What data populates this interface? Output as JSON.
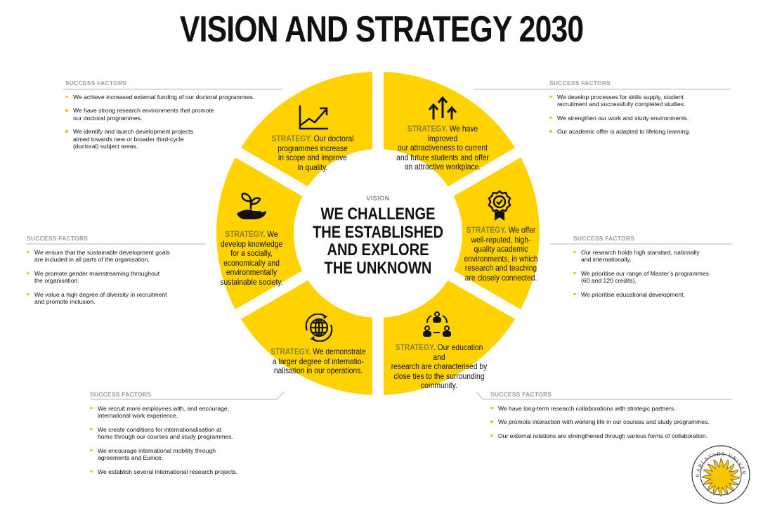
{
  "title": "VISION AND STRATEGY 2030",
  "colors": {
    "accent": "#FFD200",
    "strategy_label": "#8d7e2b",
    "header_gray": "#9a9a9a"
  },
  "vision": {
    "label": "VISION",
    "text": "WE CHALLENGE\nTHE ESTABLISHED\nAND EXPLORE\nTHE UNKNOWN"
  },
  "strategy_label": "STRATEGY.",
  "segments": [
    {
      "icon": "growth-chart-icon",
      "text": " Our doctoral\nprogrammes increase\nin scope and improve\nin quality."
    },
    {
      "icon": "arrows-up-icon",
      "text": " We have improved\nour attractiveness to current\nand future students and offer\nan attractive workplace."
    },
    {
      "icon": "award-badge-icon",
      "text": " We offer\nwell-reputed, high-\nquality academic\nenvironments, in which\nresearch and teaching\nare closely connected."
    },
    {
      "icon": "community-network-icon",
      "text": " Our education and\nresearch are characterised by\nclose ties to the surrounding\ncommunity."
    },
    {
      "icon": "globe-cycle-icon",
      "text": " We demonstrate\na larger degree of internatio-\nnalisation in our operations."
    },
    {
      "icon": "plant-in-hand-icon",
      "text": " We\ndevelop knowledge\nfor a socially,\neconomically and\nenvironmentally\nsustainable society."
    }
  ],
  "success_factors_label": "SUCCESS FACTORS",
  "success_factors": {
    "top_left": [
      "We achieve increased external funding of our doctoral programmes.",
      "We have strong research environments that promote\nour doctoral programmes.",
      "We identify and launch development projects\naimed towards new or broader third-cycle\n(doctoral) subject areas."
    ],
    "top_right": [
      "We develop processes for skills supply, student\nrecruitment and successfully completed studies.",
      "We strengthen our work and study environments.",
      "Our academic offer is adapted to lifelong learning."
    ],
    "right": [
      "Our research holds high standard, nationally\nand internationally.",
      "We prioritise our range of Master’s programmes\n(60 and 120 credits).",
      "We prioritise educational development."
    ],
    "left": [
      "We ensure that the sustainable development goals\nare included in all parts of the organisation.",
      "We promote gender mainstreaming throughout\nthe organisation.",
      "We value a high degree of diversity in recruitment\nand promote inclusion."
    ],
    "bottom_left": [
      "We recruit more employees with, and encourage,\ninternational work experience.",
      "We create conditions for internationalisation at\nhome through our courses and study programmes.",
      "We encourage international mobility through\nagreements and Eunice.",
      "We establish several international research projects."
    ],
    "bottom_right": [
      "We have long-term research collaborations with strategic partners.",
      "We promote interaction with working life in our courses and study programmes.",
      "Our external relations are strengthened through various forms of collaboration."
    ]
  },
  "logo": {
    "text": "KARLSTADS UNIVERSITET",
    "icon": "sun-seal-icon"
  }
}
